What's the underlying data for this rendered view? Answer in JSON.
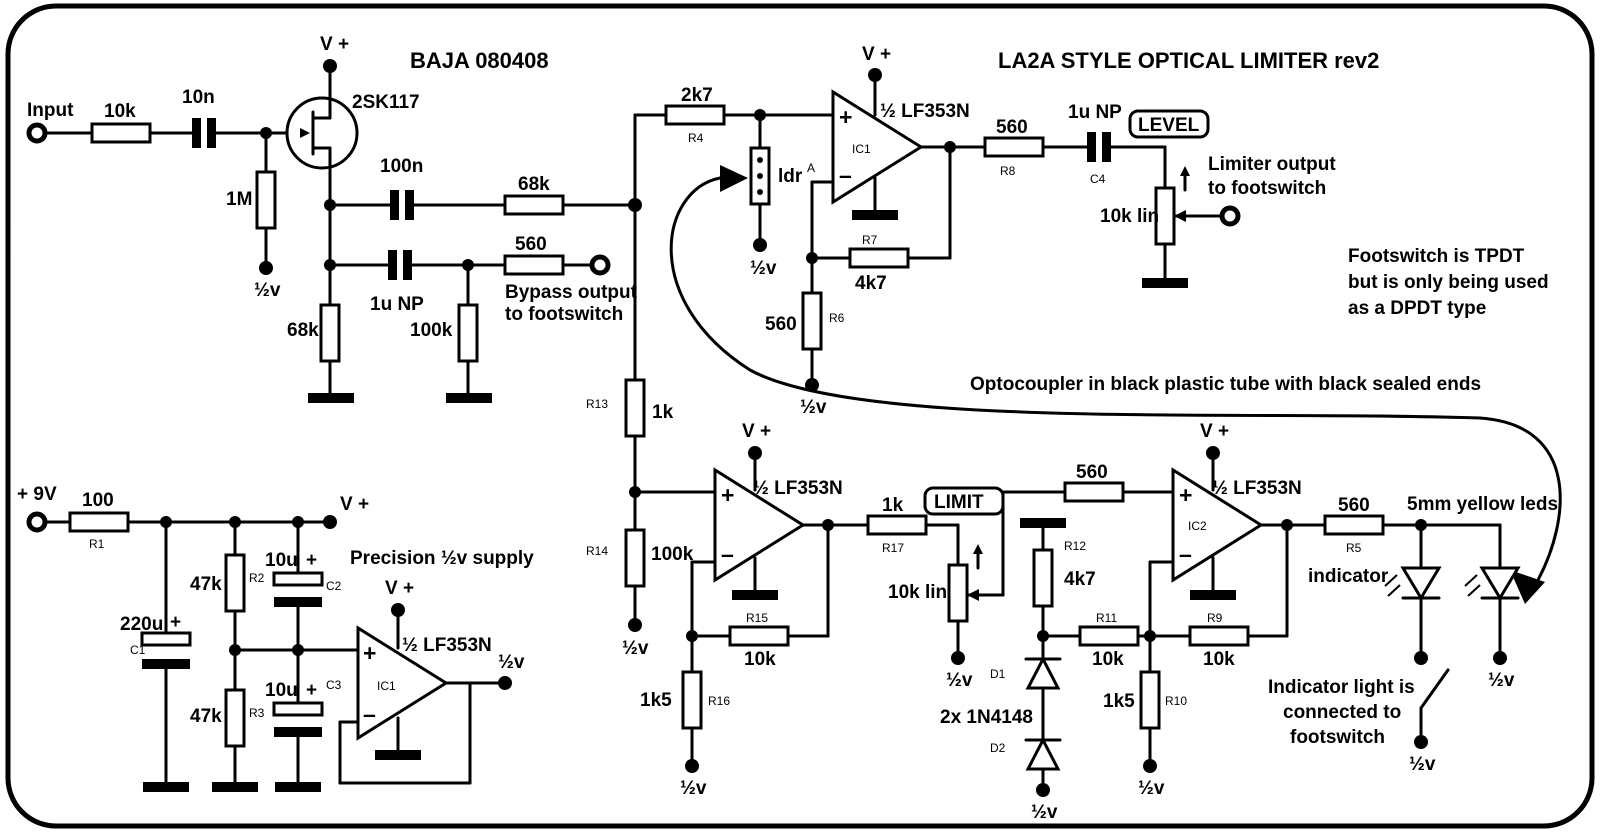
{
  "titles": {
    "left": "BAJA  080408",
    "right": "LA2A STYLE OPTICAL LIMITER rev2"
  },
  "notes": {
    "footswitch_1": "Footswitch is TPDT",
    "footswitch_2": "but is only being used",
    "footswitch_3": "as a DPDT type",
    "opto": "Optocoupler in black plastic tube with black sealed ends",
    "limiter_out_1": "Limiter output",
    "limiter_out_2": "to footswitch",
    "bypass_out_1": "Bypass output",
    "bypass_out_2": "to footswitch",
    "precision": "Precision ½v supply",
    "leds": "5mm yellow leds",
    "indicator_1": "Indicator light is",
    "indicator_2": "connected to",
    "indicator_3": "footswitch",
    "indicator": "indicator"
  },
  "boxed": {
    "level": "LEVEL",
    "limit": "LIMIT"
  },
  "rails": {
    "vplus": "V +",
    "half": "½v",
    "plus9": "+ 9V",
    "input": "Input"
  },
  "opamp": {
    "lf353": "½ LF353N",
    "ic1": "IC1",
    "ic2": "IC2",
    "plus": "+",
    "minus": "–"
  },
  "components": {
    "in_res": "10k",
    "in_cap": "10n",
    "bias": "1M",
    "jfet": "2SK117",
    "drain_cap": "100n",
    "src_cap": "1u NP",
    "src_res": "68k",
    "src_pd": "100k",
    "series_68k": "68k",
    "bypass_res": "560",
    "r4": "2k7",
    "r4_ref": "R4",
    "ldr": "ldr",
    "ldr_sup": "A",
    "r8": "560",
    "r8_ref": "R8",
    "c4": "1u NP",
    "c4_ref": "C4",
    "pot_level": "10k lin",
    "r7": "4k7",
    "r7_ref": "R7",
    "r6": "560",
    "r6_ref": "R6",
    "r13": "1k",
    "r13_ref": "R13",
    "r14": "100k",
    "r14_ref": "R14",
    "r17": "1k",
    "r17_ref": "R17",
    "pot_limit": "10k lin",
    "r15": "10k",
    "r15_ref": "R15",
    "r16": "1k5",
    "r16_ref": "R16",
    "r12_top": "560",
    "r12": "4k7",
    "r12_ref": "R12",
    "r11": "10k",
    "r11_ref": "R11",
    "r9": "10k",
    "r9_ref": "R9",
    "r10": "1k5",
    "r10_ref": "R10",
    "d1_ref": "D1",
    "d2_ref": "D2",
    "diodes": "2x 1N4148",
    "r5": "560",
    "r5_ref": "R5",
    "r1": "100",
    "r1_ref": "R1",
    "c1": "220u",
    "c1_ref": "C1",
    "c1_plus": "+",
    "r2": "47k",
    "r2_ref": "R2",
    "r3": "47k",
    "r3_ref": "R3",
    "c2": "10u",
    "c2_ref": "C2",
    "c2_plus": "+",
    "c3": "10u",
    "c3_ref": "C3",
    "c3_plus": "+"
  }
}
